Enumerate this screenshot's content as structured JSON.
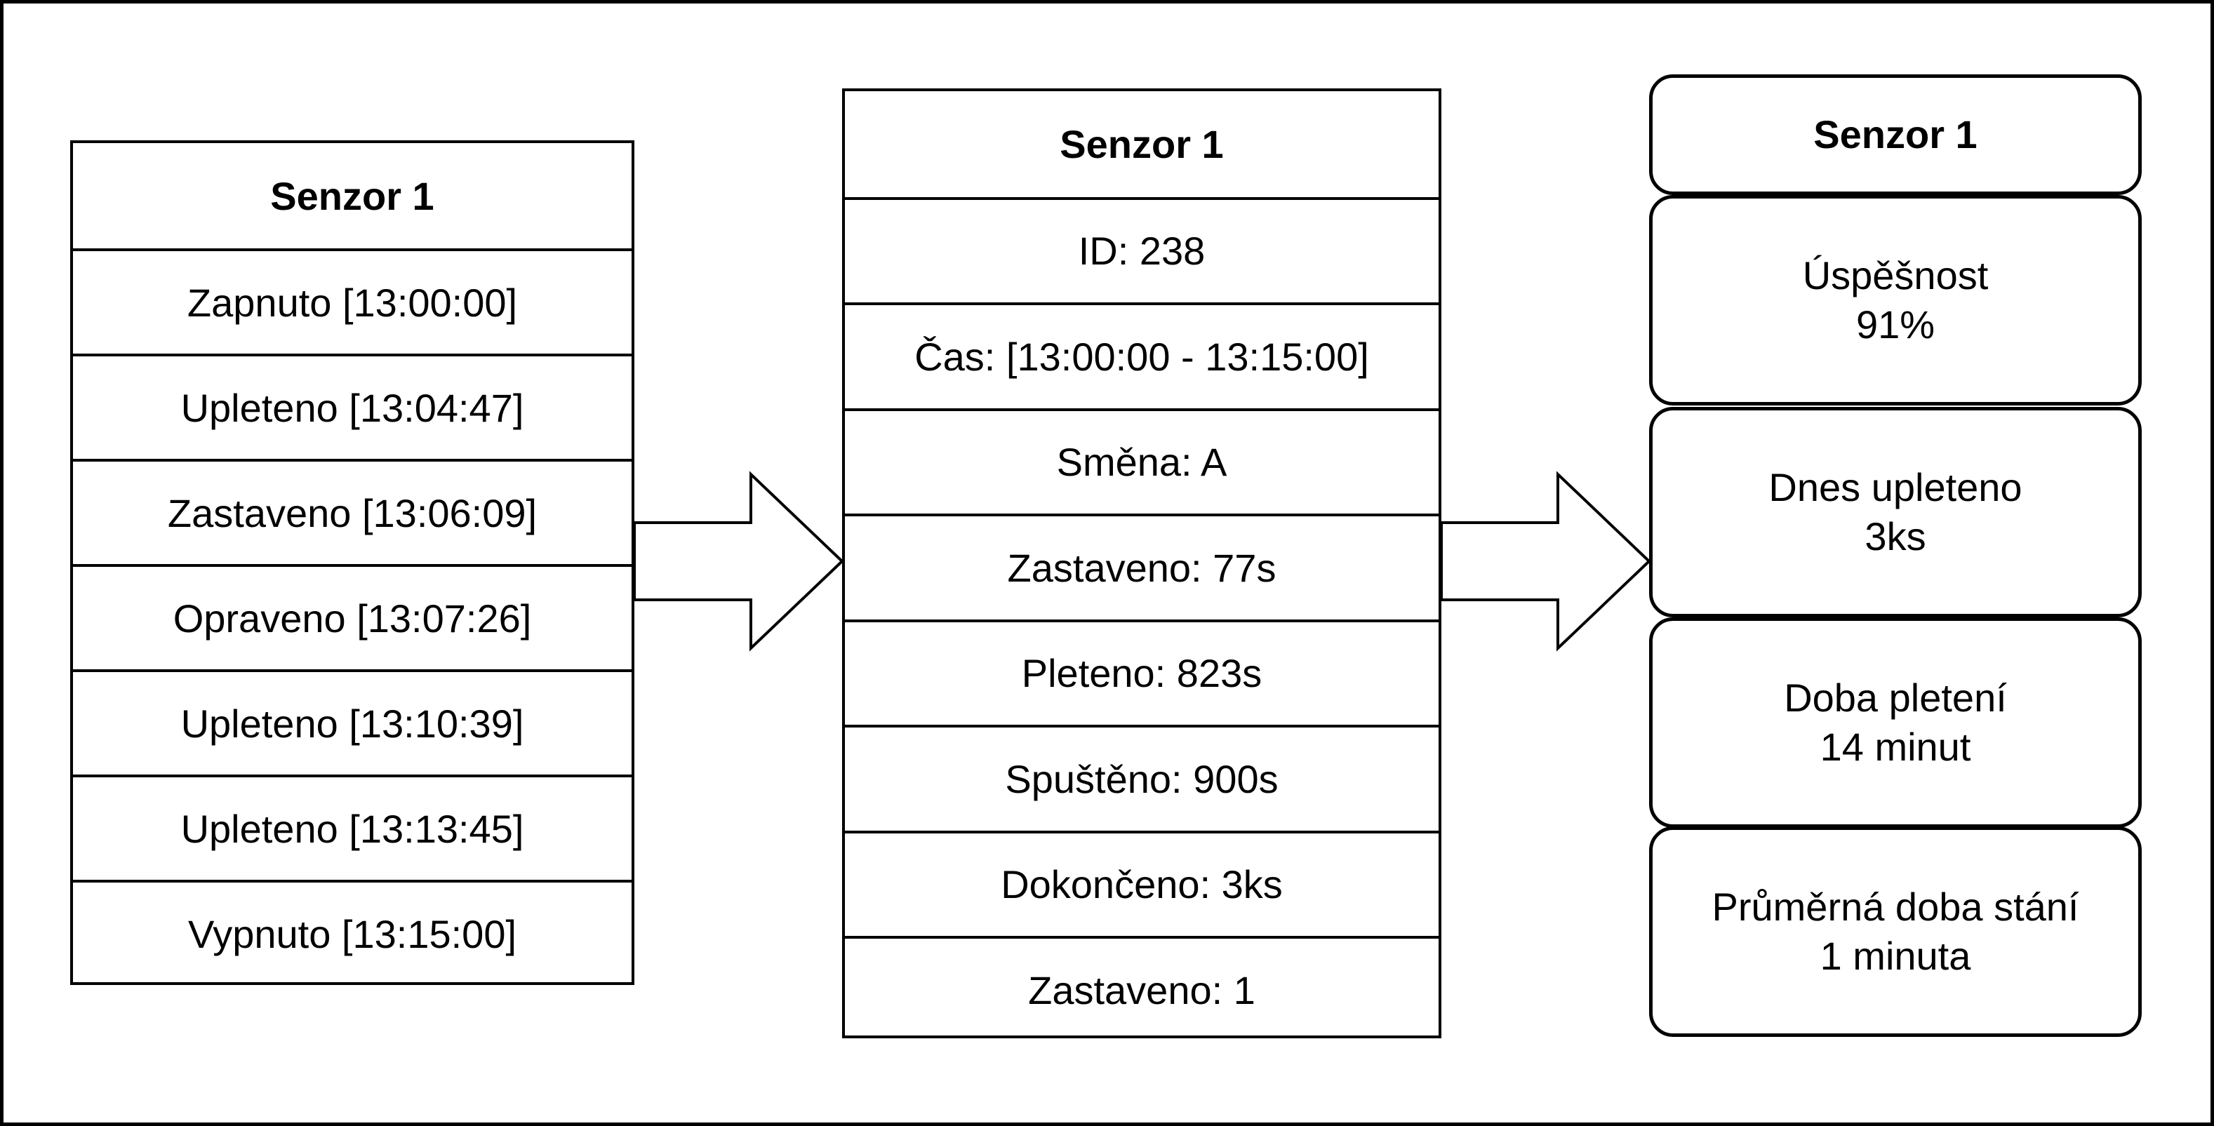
{
  "table1": {
    "title": "Senzor 1",
    "rows": [
      "Zapnuto [13:00:00]",
      "Upleteno [13:04:47]",
      "Zastaveno [13:06:09]",
      "Opraveno [13:07:26]",
      "Upleteno [13:10:39]",
      "Upleteno [13:13:45]",
      "Vypnuto [13:15:00]"
    ]
  },
  "table2": {
    "title": "Senzor 1",
    "rows": [
      "ID: 238",
      "Čas: [13:00:00 - 13:15:00]",
      "Směna: A",
      "Zastaveno: 77s",
      "Pleteno: 823s",
      "Spuštěno: 900s",
      "Dokončeno: 3ks",
      "Zastaveno: 1"
    ]
  },
  "summary": {
    "title": "Senzor 1",
    "cards": [
      {
        "label": "Úspěšnost",
        "value": "91%"
      },
      {
        "label": "Dnes upleteno",
        "value": "3ks"
      },
      {
        "label": "Doba pletení",
        "value": "14 minut"
      },
      {
        "label": "Průměrná doba stání",
        "value": "1 minuta"
      }
    ]
  }
}
